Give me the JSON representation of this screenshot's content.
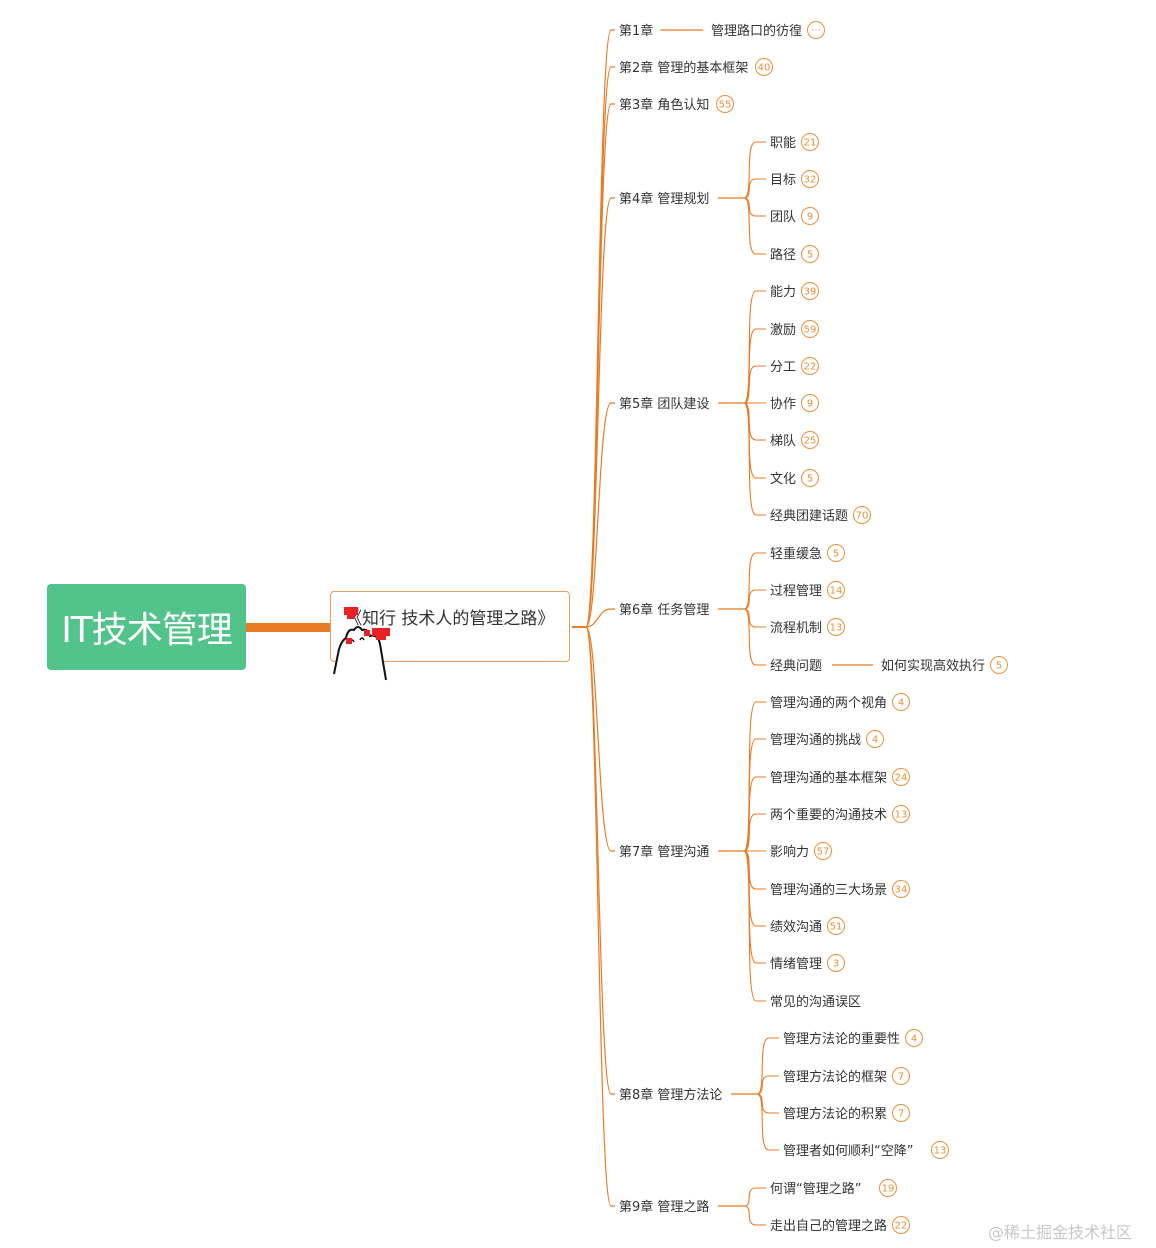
{
  "root": {
    "title": "IT技术管理"
  },
  "book": {
    "title": "《知行 技术人的管理之路》"
  },
  "colors": {
    "root_bg": "#52c48b",
    "connector": "#e87b24",
    "badge": "#e8923a",
    "text": "#333333"
  },
  "chapters": [
    {
      "label": "第1章",
      "children": [
        {
          "label": "管理路口的彷徨",
          "badge": "···"
        }
      ]
    },
    {
      "label": "第2章 管理的基本框架",
      "badge": "40",
      "children": []
    },
    {
      "label": "第3章 角色认知",
      "badge": "55",
      "children": []
    },
    {
      "label": "第4章 管理规划",
      "children": [
        {
          "label": "职能",
          "badge": "21"
        },
        {
          "label": "目标",
          "badge": "32"
        },
        {
          "label": "团队",
          "badge": "9"
        },
        {
          "label": "路径",
          "badge": "5"
        }
      ]
    },
    {
      "label": "第5章 团队建设",
      "children": [
        {
          "label": "能力",
          "badge": "39"
        },
        {
          "label": "激励",
          "badge": "59"
        },
        {
          "label": "分工",
          "badge": "22"
        },
        {
          "label": "协作",
          "badge": "9"
        },
        {
          "label": "梯队",
          "badge": "25"
        },
        {
          "label": "文化",
          "badge": "5"
        },
        {
          "label": "经典团建话题",
          "badge": "70"
        }
      ]
    },
    {
      "label": "第6章 任务管理",
      "children": [
        {
          "label": "轻重缓急",
          "badge": "5"
        },
        {
          "label": "过程管理",
          "badge": "14"
        },
        {
          "label": "流程机制",
          "badge": "13"
        },
        {
          "label": "经典问题",
          "child": {
            "label": "如何实现高效执行",
            "badge": "5"
          }
        }
      ]
    },
    {
      "label": "第7章 管理沟通",
      "children": [
        {
          "label": "管理沟通的两个视角",
          "badge": "4"
        },
        {
          "label": "管理沟通的挑战",
          "badge": "4"
        },
        {
          "label": "管理沟通的基本框架",
          "badge": "24"
        },
        {
          "label": "两个重要的沟通技术",
          "badge": "13"
        },
        {
          "label": "影响力",
          "badge": "57"
        },
        {
          "label": "管理沟通的三大场景",
          "badge": "34"
        },
        {
          "label": "绩效沟通",
          "badge": "51"
        },
        {
          "label": "情绪管理",
          "badge": "3"
        },
        {
          "label": "常见的沟通误区"
        }
      ]
    },
    {
      "label": "第8章 管理方法论",
      "children": [
        {
          "label": "管理方法论的重要性",
          "badge": "4"
        },
        {
          "label": "管理方法论的框架",
          "badge": "7"
        },
        {
          "label": "管理方法论的积累",
          "badge": "7"
        },
        {
          "label": "管理者如何顺利“空降”",
          "badge": "13"
        }
      ]
    },
    {
      "label": "第9章 管理之路",
      "children": [
        {
          "label": "何谓“管理之路”",
          "badge": "19"
        },
        {
          "label": "走出自己的管理之路",
          "badge": "22"
        }
      ]
    }
  ],
  "watermark": "@稀土掘金技术社区"
}
